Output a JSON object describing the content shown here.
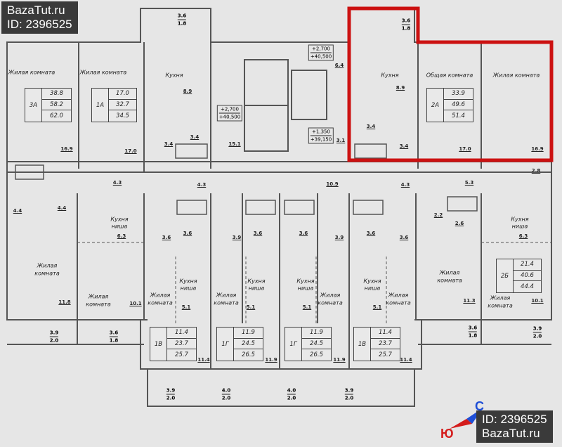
{
  "watermark": {
    "site": "BazaTut.ru",
    "id": "ID: 2396525"
  },
  "compass": {
    "north": "С",
    "south": "Ю",
    "north_color": "#1f4fd6",
    "south_color": "#d41c1c"
  },
  "highlight_color": "#cc1111",
  "rooms": {
    "living": "Жилая комната",
    "living_l1": "Жилая",
    "living_l2": "комната",
    "kitchen": "Кухня",
    "common": "Общая комната",
    "niche_l1": "Кухня",
    "niche_l2": "ниша"
  },
  "apartments": [
    {
      "code": "3А",
      "values": [
        "38.8",
        "58.2",
        "62.0"
      ]
    },
    {
      "code": "1А",
      "values": [
        "17.0",
        "32.7",
        "34.5"
      ]
    },
    {
      "code": "2А",
      "values": [
        "33.9",
        "49.6",
        "51.4"
      ]
    },
    {
      "code": "2Б",
      "values": [
        "21.4",
        "40.6",
        "44.4"
      ]
    },
    {
      "code": "1В",
      "values": [
        "11.4",
        "23.7",
        "25.7"
      ]
    },
    {
      "code": "1Г",
      "values": [
        "11.9",
        "24.5",
        "26.5"
      ]
    },
    {
      "code": "1Г",
      "values": [
        "11.9",
        "24.5",
        "26.5"
      ]
    },
    {
      "code": "1В",
      "values": [
        "11.4",
        "23.7",
        "25.7"
      ]
    }
  ],
  "levels": {
    "a1": "+2,700",
    "a2": "+40,500",
    "b1": "+2,700",
    "b2": "+40,500",
    "c1": "+1,350",
    "c2": "+39,150"
  },
  "areas": {
    "a16_9": "16.9",
    "a17_0": "17.0",
    "k8_9": "8.9",
    "b3_4a": "3.4",
    "b3_4b": "3.4",
    "h15_1": "15.1",
    "s6_4": "6.4",
    "s3_1": "3.1",
    "r_k8_9": "8.9",
    "r3_4a": "3.4",
    "r3_4b": "3.4",
    "r17_0": "17.0",
    "r16_9": "16.9",
    "r2_8": "2.8",
    "c4_3a": "4.3",
    "c4_4a": "4.4",
    "c4_4b": "4.4",
    "n6_3a": "6.3",
    "c4_3b": "4.3",
    "m3_6a": "3.6",
    "m3_6b": "3.6",
    "m5_1a": "5.1",
    "m3_9a": "3.9",
    "m3_6c": "3.6",
    "m5_1b": "5.1",
    "c10_9": "10.9",
    "m3_6d": "3.6",
    "m3_9b": "3.9",
    "m5_1c": "5.1",
    "c4_3c": "4.3",
    "m3_6e": "3.6",
    "m3_6f": "3.6",
    "m5_1d": "5.1",
    "c5_3": "5.3",
    "c2_2": "2.2",
    "c2_6": "2.6",
    "n6_3b": "6.3",
    "r11_3": "11.3",
    "r10_1": "10.1",
    "l11_8": "11.8",
    "l10_1": "10.1",
    "t11_4a": "11.4",
    "t11_9a": "11.9",
    "t11_9b": "11.9",
    "t11_4b": "11.4"
  },
  "balconies": [
    {
      "top": "3.6",
      "bottom": "1.8"
    },
    {
      "top": "3.6",
      "bottom": "1.8"
    },
    {
      "top": "3.9",
      "bottom": "2.0"
    },
    {
      "top": "3.6",
      "bottom": "1.8"
    },
    {
      "top": "3.6",
      "bottom": "1.8"
    },
    {
      "top": "3.9",
      "bottom": "2.0"
    },
    {
      "top": "3.9",
      "bottom": "2.0"
    },
    {
      "top": "4.0",
      "bottom": "2.0"
    },
    {
      "top": "4.0",
      "bottom": "2.0"
    },
    {
      "top": "3.9",
      "bottom": "2.0"
    }
  ]
}
